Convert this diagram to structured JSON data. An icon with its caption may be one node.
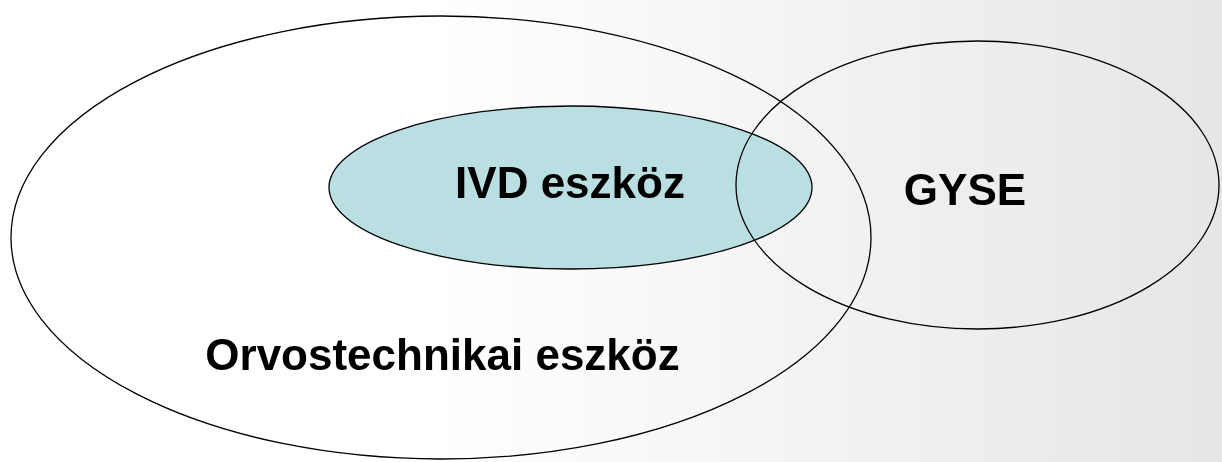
{
  "diagram": {
    "nodes": [
      {
        "text": [
          "Orvostechnikai eszköz"
        ]
      },
      {
        "text": [
          "IVD eszköz"
        ],
        "in": 0
      },
      {
        "text": [
          "GYSE"
        ]
      }
    ]
  }
}
